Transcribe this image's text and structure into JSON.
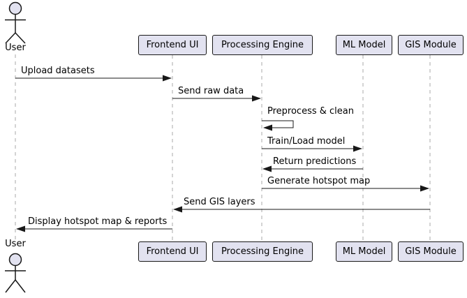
{
  "diagram": {
    "kind": "uml-sequence-diagram",
    "background": "#FFFFFF",
    "colors": {
      "participant_fill": "#E2E2F0",
      "participant_border": "#181818",
      "lifeline": "#A8A8A8",
      "message_line": "#181818",
      "text": "#000000"
    }
  },
  "actor": {
    "name": "User"
  },
  "participants": [
    {
      "name": "Frontend UI"
    },
    {
      "name": "Processing Engine"
    },
    {
      "name": "ML Model"
    },
    {
      "name": "GIS Module"
    }
  ],
  "messages": [
    {
      "label": "Upload datasets",
      "from": "User",
      "to": "Frontend UI",
      "self": false
    },
    {
      "label": "Send raw data",
      "from": "Frontend UI",
      "to": "Processing Engine",
      "self": false
    },
    {
      "label": "Preprocess & clean",
      "from": "Processing Engine",
      "to": "Processing Engine",
      "self": true
    },
    {
      "label": "Train/Load model",
      "from": "Processing Engine",
      "to": "ML Model",
      "self": false
    },
    {
      "label": "Return predictions",
      "from": "ML Model",
      "to": "Processing Engine",
      "self": false
    },
    {
      "label": "Generate hotspot map",
      "from": "Processing Engine",
      "to": "GIS Module",
      "self": false
    },
    {
      "label": "Send GIS layers",
      "from": "GIS Module",
      "to": "Frontend UI",
      "self": false
    },
    {
      "label": "Display hotspot map & reports",
      "from": "Frontend UI",
      "to": "User",
      "self": false
    }
  ]
}
